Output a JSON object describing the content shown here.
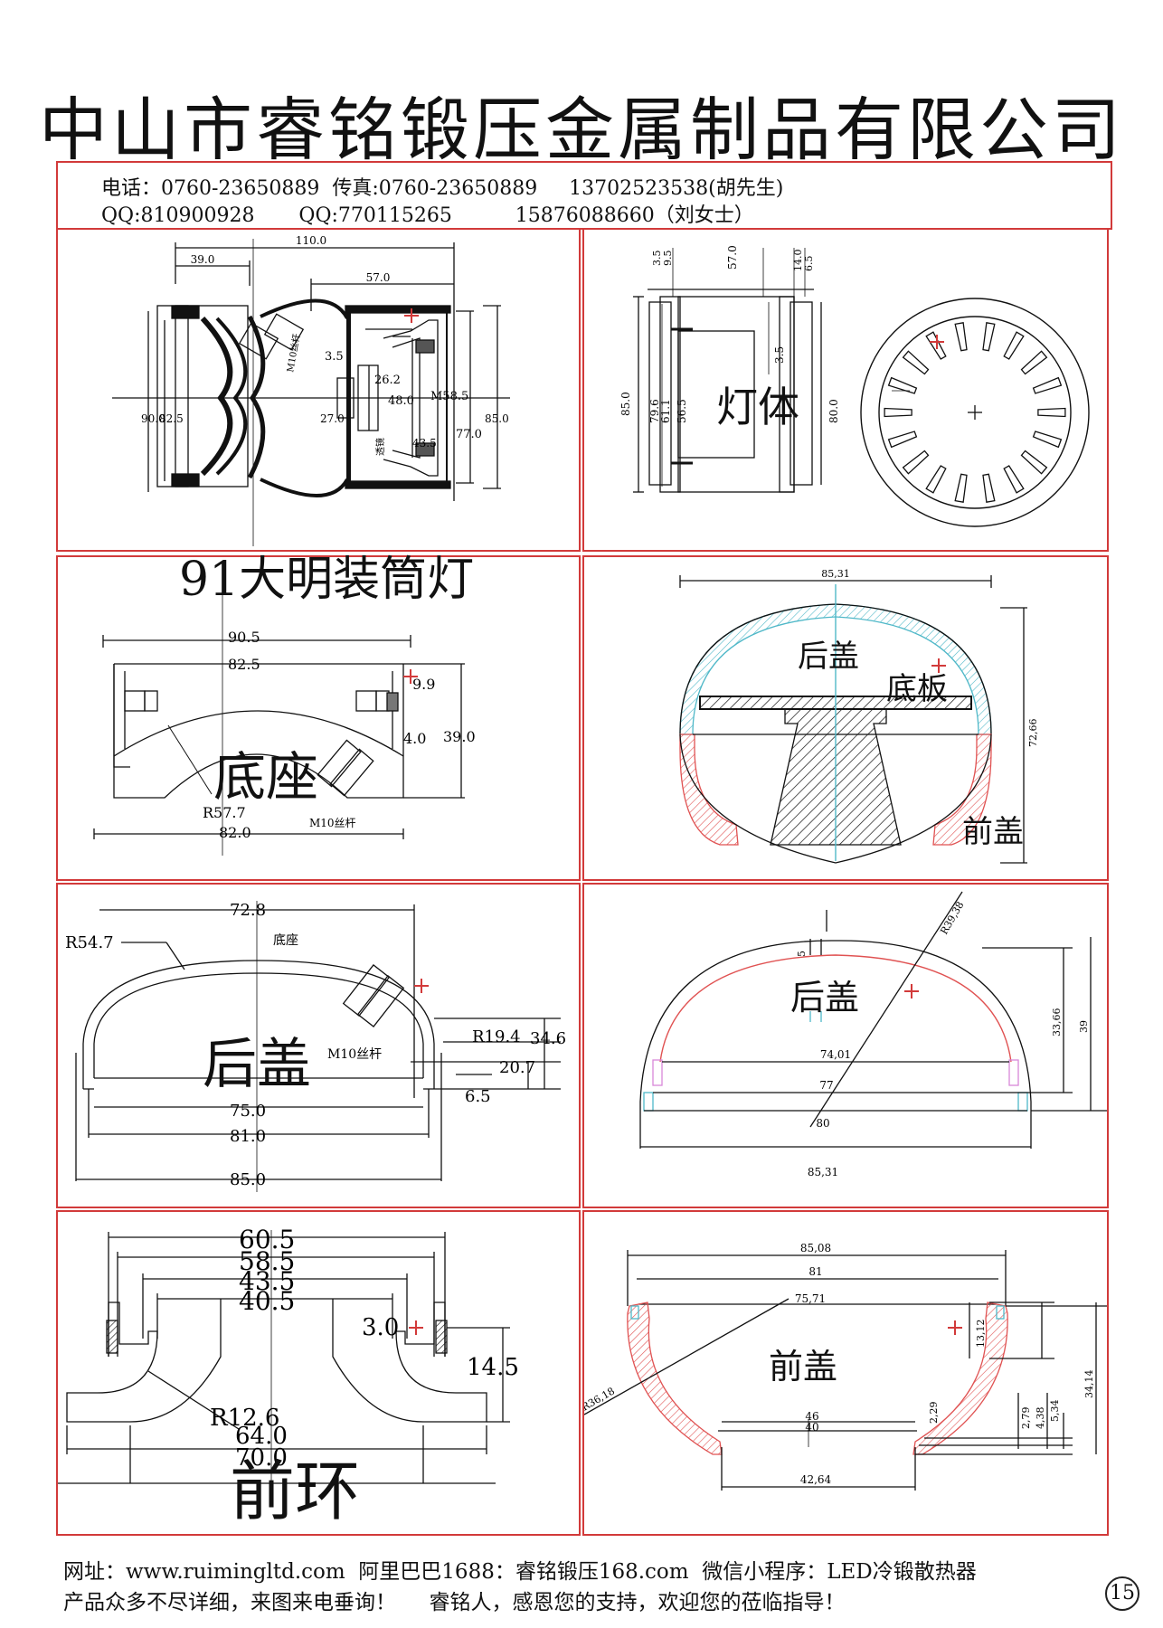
{
  "company_title": "中山市睿铭锻压金属制品有限公司",
  "contact": {
    "line1": "电话：0760-23650889  传真:0760-23650889     13702523538(胡先生)",
    "line2": "QQ:810900928       QQ:770115265          15876088660（刘女士）"
  },
  "overlay_labels": {
    "lamp_body": "灯体",
    "product_name": "91大明装筒灯",
    "base": "底座",
    "back_cover": "后盖",
    "front_ring": "前环"
  },
  "panel1": {
    "d110": "110.0",
    "d39": "39.0",
    "d57": "57.0",
    "d35": "3.5",
    "d262": "26.2",
    "d480": "48.0",
    "dm585": "M58.5",
    "d900": "90.0",
    "d825": "82.5",
    "d270": "27.0",
    "d435": "43.5",
    "d770": "77.0",
    "d850": "85.0",
    "rod": "M10丝杆",
    "glass": "透镜"
  },
  "panel2": {
    "d57": "57.0",
    "d35a": "3.5",
    "d95": "9.5",
    "d140": "14.0",
    "d65": "6.5",
    "d35b": "3.5",
    "d850": "85.0",
    "d796": "79.6",
    "d611": "61.1",
    "d565": "56.5",
    "d800": "80.0"
  },
  "panel3": {
    "d905": "90.5",
    "d825": "82.5",
    "d99": "9.9",
    "d40": "4.0",
    "d390": "39.0",
    "r577": "R57.7",
    "d820": "82.0",
    "rod": "M10丝杆"
  },
  "panel4": {
    "d8531": "85,31",
    "back": "后盖",
    "plate": "底板",
    "front": "前盖",
    "d7266": "72,66"
  },
  "panel5": {
    "d728": "72.8",
    "r547": "R54.7",
    "base": "底座",
    "r194": "R19.4",
    "d346": "34.6",
    "d207": "20.7",
    "d65": "6.5",
    "d750": "75.0",
    "d810": "81.0",
    "d850": "85.0",
    "rod": "M10丝杆"
  },
  "panel6": {
    "r3938": "R39,38",
    "d5": "5",
    "back": "后盖",
    "d7401": "74,01",
    "d77": "77",
    "d80": "80",
    "d8531": "85,31",
    "d3366": "33,66",
    "d39": "39"
  },
  "panel7": {
    "d605": "60.5",
    "d585": "58.5",
    "d435": "43.5",
    "d405": "40.5",
    "d30": "3.0",
    "d145": "14.5",
    "r126": "R12.6",
    "d640": "64.0",
    "d700": "70.0"
  },
  "panel8": {
    "d8508": "85,08",
    "d81": "81",
    "d7571": "75,71",
    "r3618": "R36,18",
    "front": "前盖",
    "d1312": "13,12",
    "d534": "5,34",
    "d3414": "34,14",
    "d229": "2,29",
    "d279": "2,79",
    "d438": "4,38",
    "d46": "46",
    "d40": "40",
    "d4264": "42,64"
  },
  "footer": {
    "line1": "网址：www.ruimingltd.com  阿里巴巴1688：睿铭锻压168.com  微信小程序：LED冷锻散热器",
    "line2": "产品众多不尽详细，来图来电垂询！     睿铭人，感恩您的支持，欢迎您的莅临指导！",
    "page_number": "15"
  },
  "colors": {
    "frame": "#d23a3a",
    "section_red": "#e05252",
    "section_cyan": "#4fb8c8"
  }
}
